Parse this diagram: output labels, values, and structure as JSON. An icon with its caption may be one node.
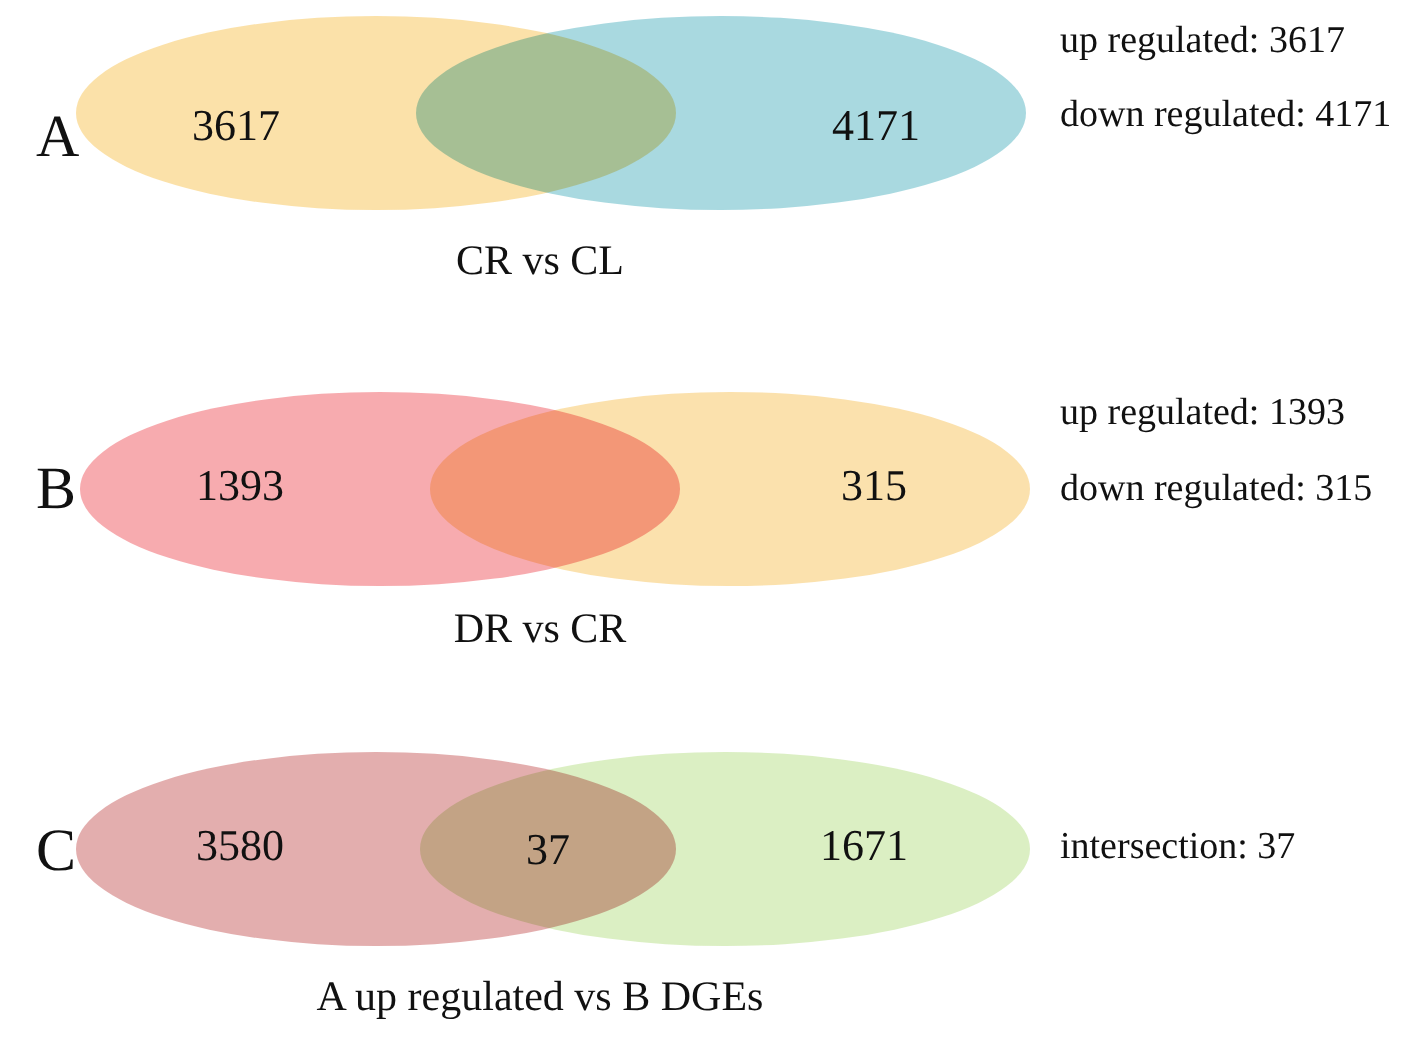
{
  "diagram": {
    "nodes": [
      {
        "text": [
          "3617"
        ]
      },
      {
        "text": [
          "4171"
        ]
      },
      {
        "text": [
          "1393"
        ]
      },
      {
        "text": [
          "315"
        ]
      },
      {
        "text": [
          "3580"
        ]
      },
      {
        "text": [
          "1671"
        ]
      }
    ],
    "labels": [
      "A",
      "up regulated: 3617",
      "down regulated: 4171",
      "CR vs CL",
      "B",
      "up regulated: 1393",
      "down regulated: 315",
      "DR vs CR",
      "C",
      "37",
      "intersection: 37",
      "A up regulated vs B DGEs"
    ]
  }
}
